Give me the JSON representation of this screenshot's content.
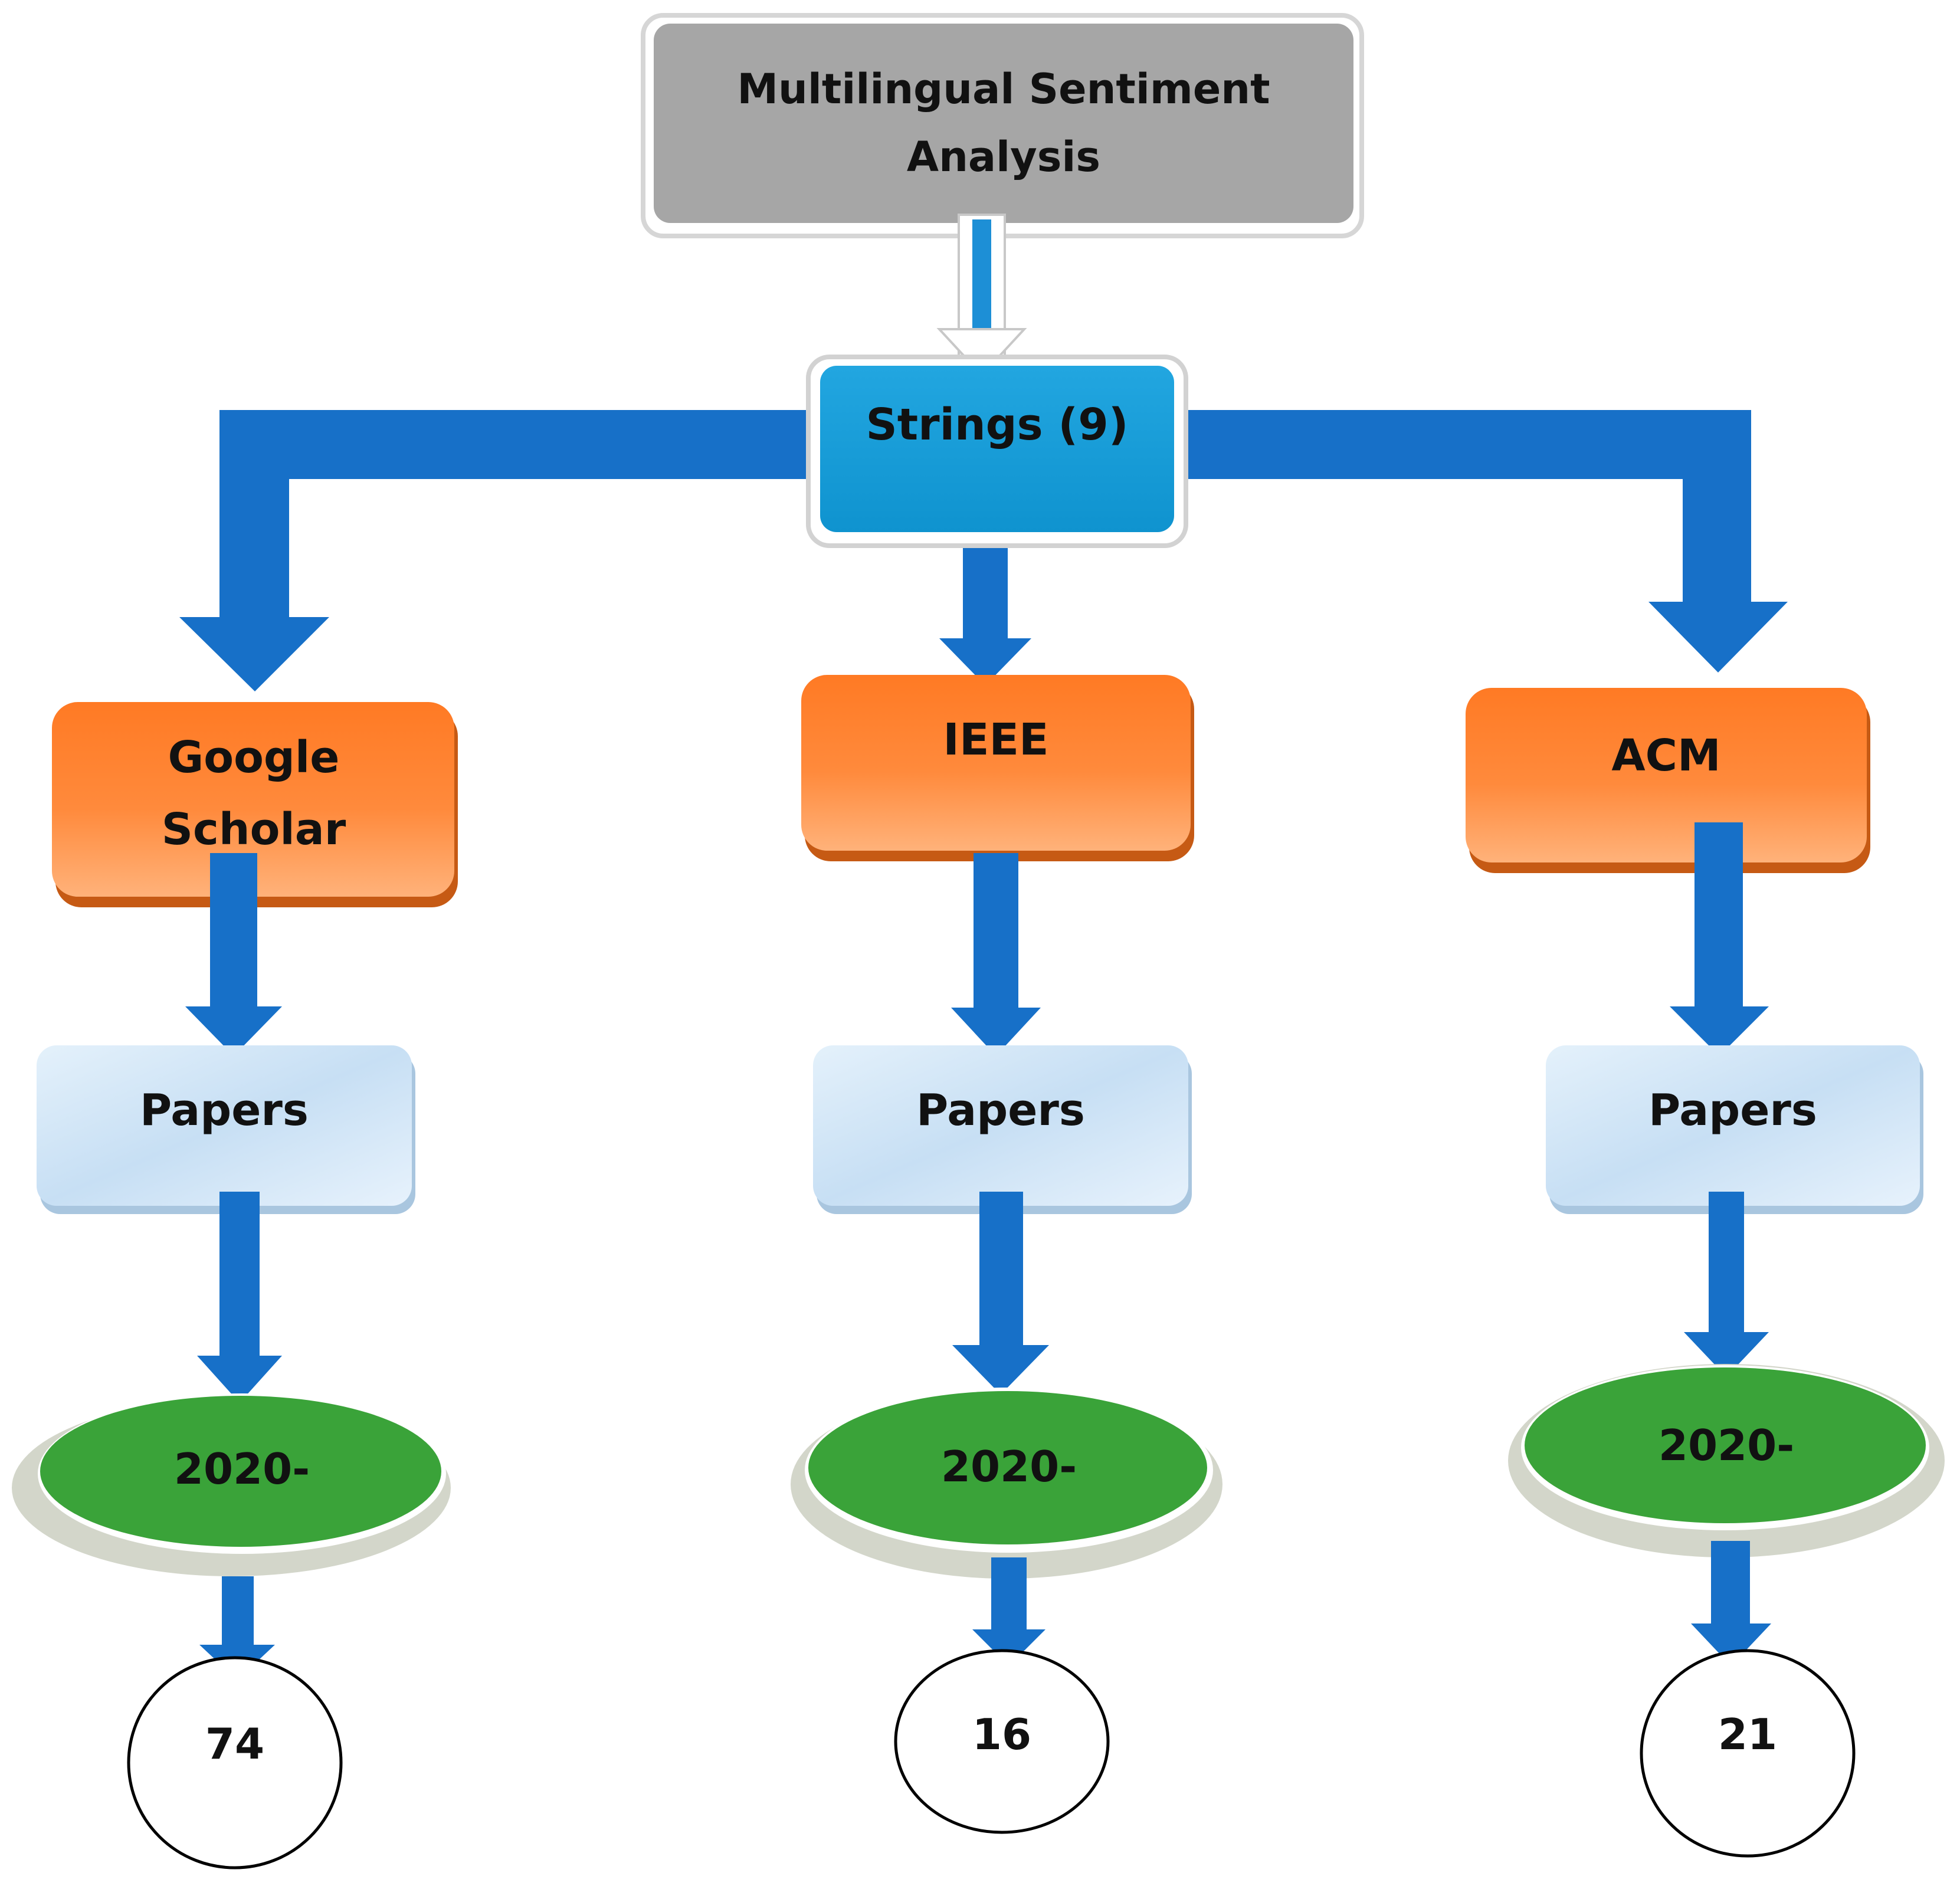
{
  "root": {
    "label": "Multilingual Sentiment Analysis"
  },
  "strings": {
    "label": "Strings (9)"
  },
  "sources": [
    {
      "name": "Google Scholar",
      "papers": "Papers",
      "period": "2020-",
      "count": "74"
    },
    {
      "name": "IEEE",
      "papers": "Papers",
      "period": "2020-",
      "count": "16"
    },
    {
      "name": "ACM",
      "papers": "Papers",
      "period": "2020-",
      "count": "21"
    }
  ],
  "colors": {
    "root_fill": "#a6a6a6",
    "strings_fill": "#15a0db",
    "source_fill": "#ff7b2a",
    "papers_fill": "#cfe5f7",
    "period_fill": "#3aa339",
    "arrow": "#1770c8",
    "count_stroke": "#000000"
  }
}
